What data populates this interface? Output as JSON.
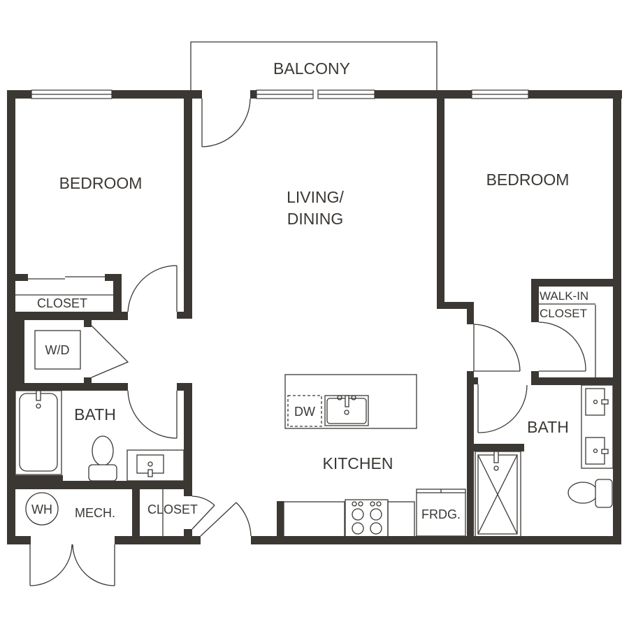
{
  "floor_plan": {
    "rooms": {
      "balcony": "BALCONY",
      "bedroom_left": "BEDROOM",
      "bedroom_right": "BEDROOM",
      "living_line1": "LIVING/",
      "living_line2": "DINING",
      "closet_left": "CLOSET",
      "laundry": "W/D",
      "bath_left": "BATH",
      "mech": "MECH.",
      "water_heater": "WH",
      "closet_entry": "CLOSET",
      "kitchen": "KITCHEN",
      "dishwasher": "DW",
      "fridge": "FRDG.",
      "walkin_line1": "WALK-IN",
      "walkin_line2": "CLOSET",
      "bath_right": "BATH"
    },
    "colors": {
      "wall": "#3b3834",
      "background": "#ffffff"
    }
  }
}
